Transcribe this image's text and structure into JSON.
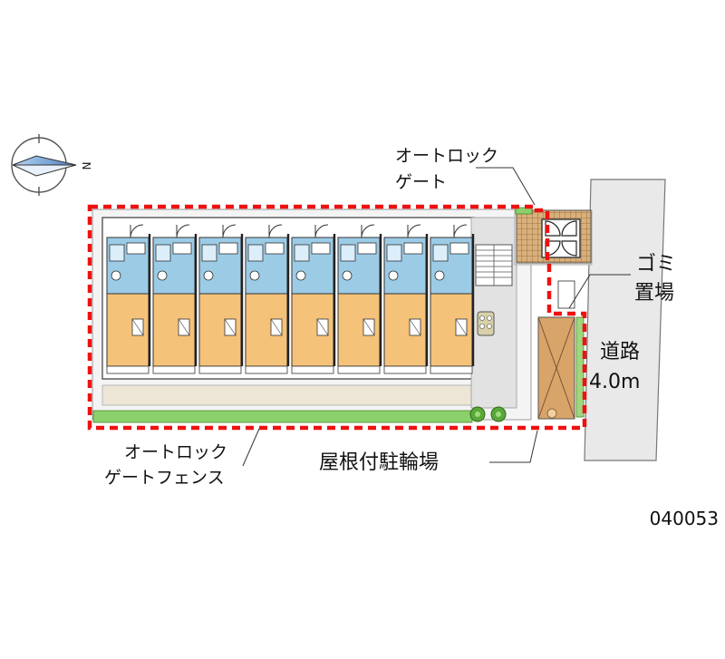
{
  "labels": {
    "auto_lock_gate_line1": "オートロック",
    "auto_lock_gate_line2": "ゲート",
    "auto_lock_fence_line1": "オートロック",
    "auto_lock_fence_line2": "ゲートフェンス",
    "garbage_line1": "ゴミ",
    "garbage_line2": "置場",
    "road_line1": "道路",
    "road_line2": "4.0m",
    "bicycle_parking": "屋根付駐輪場",
    "property_id": "040053"
  },
  "compass": {
    "direction_letter": "N"
  },
  "units": {
    "count": 8
  },
  "colors": {
    "boundary": "#ee1111",
    "unit_floor": "#f5c27a",
    "unit_wet_area": "#9ccbe6",
    "paving": "#e6e6e6",
    "hedge": "#7cc25a",
    "road": "#e9e9e9",
    "bicycle_shed": "#d8a46a",
    "gate_tiles": "#c89a5f"
  }
}
